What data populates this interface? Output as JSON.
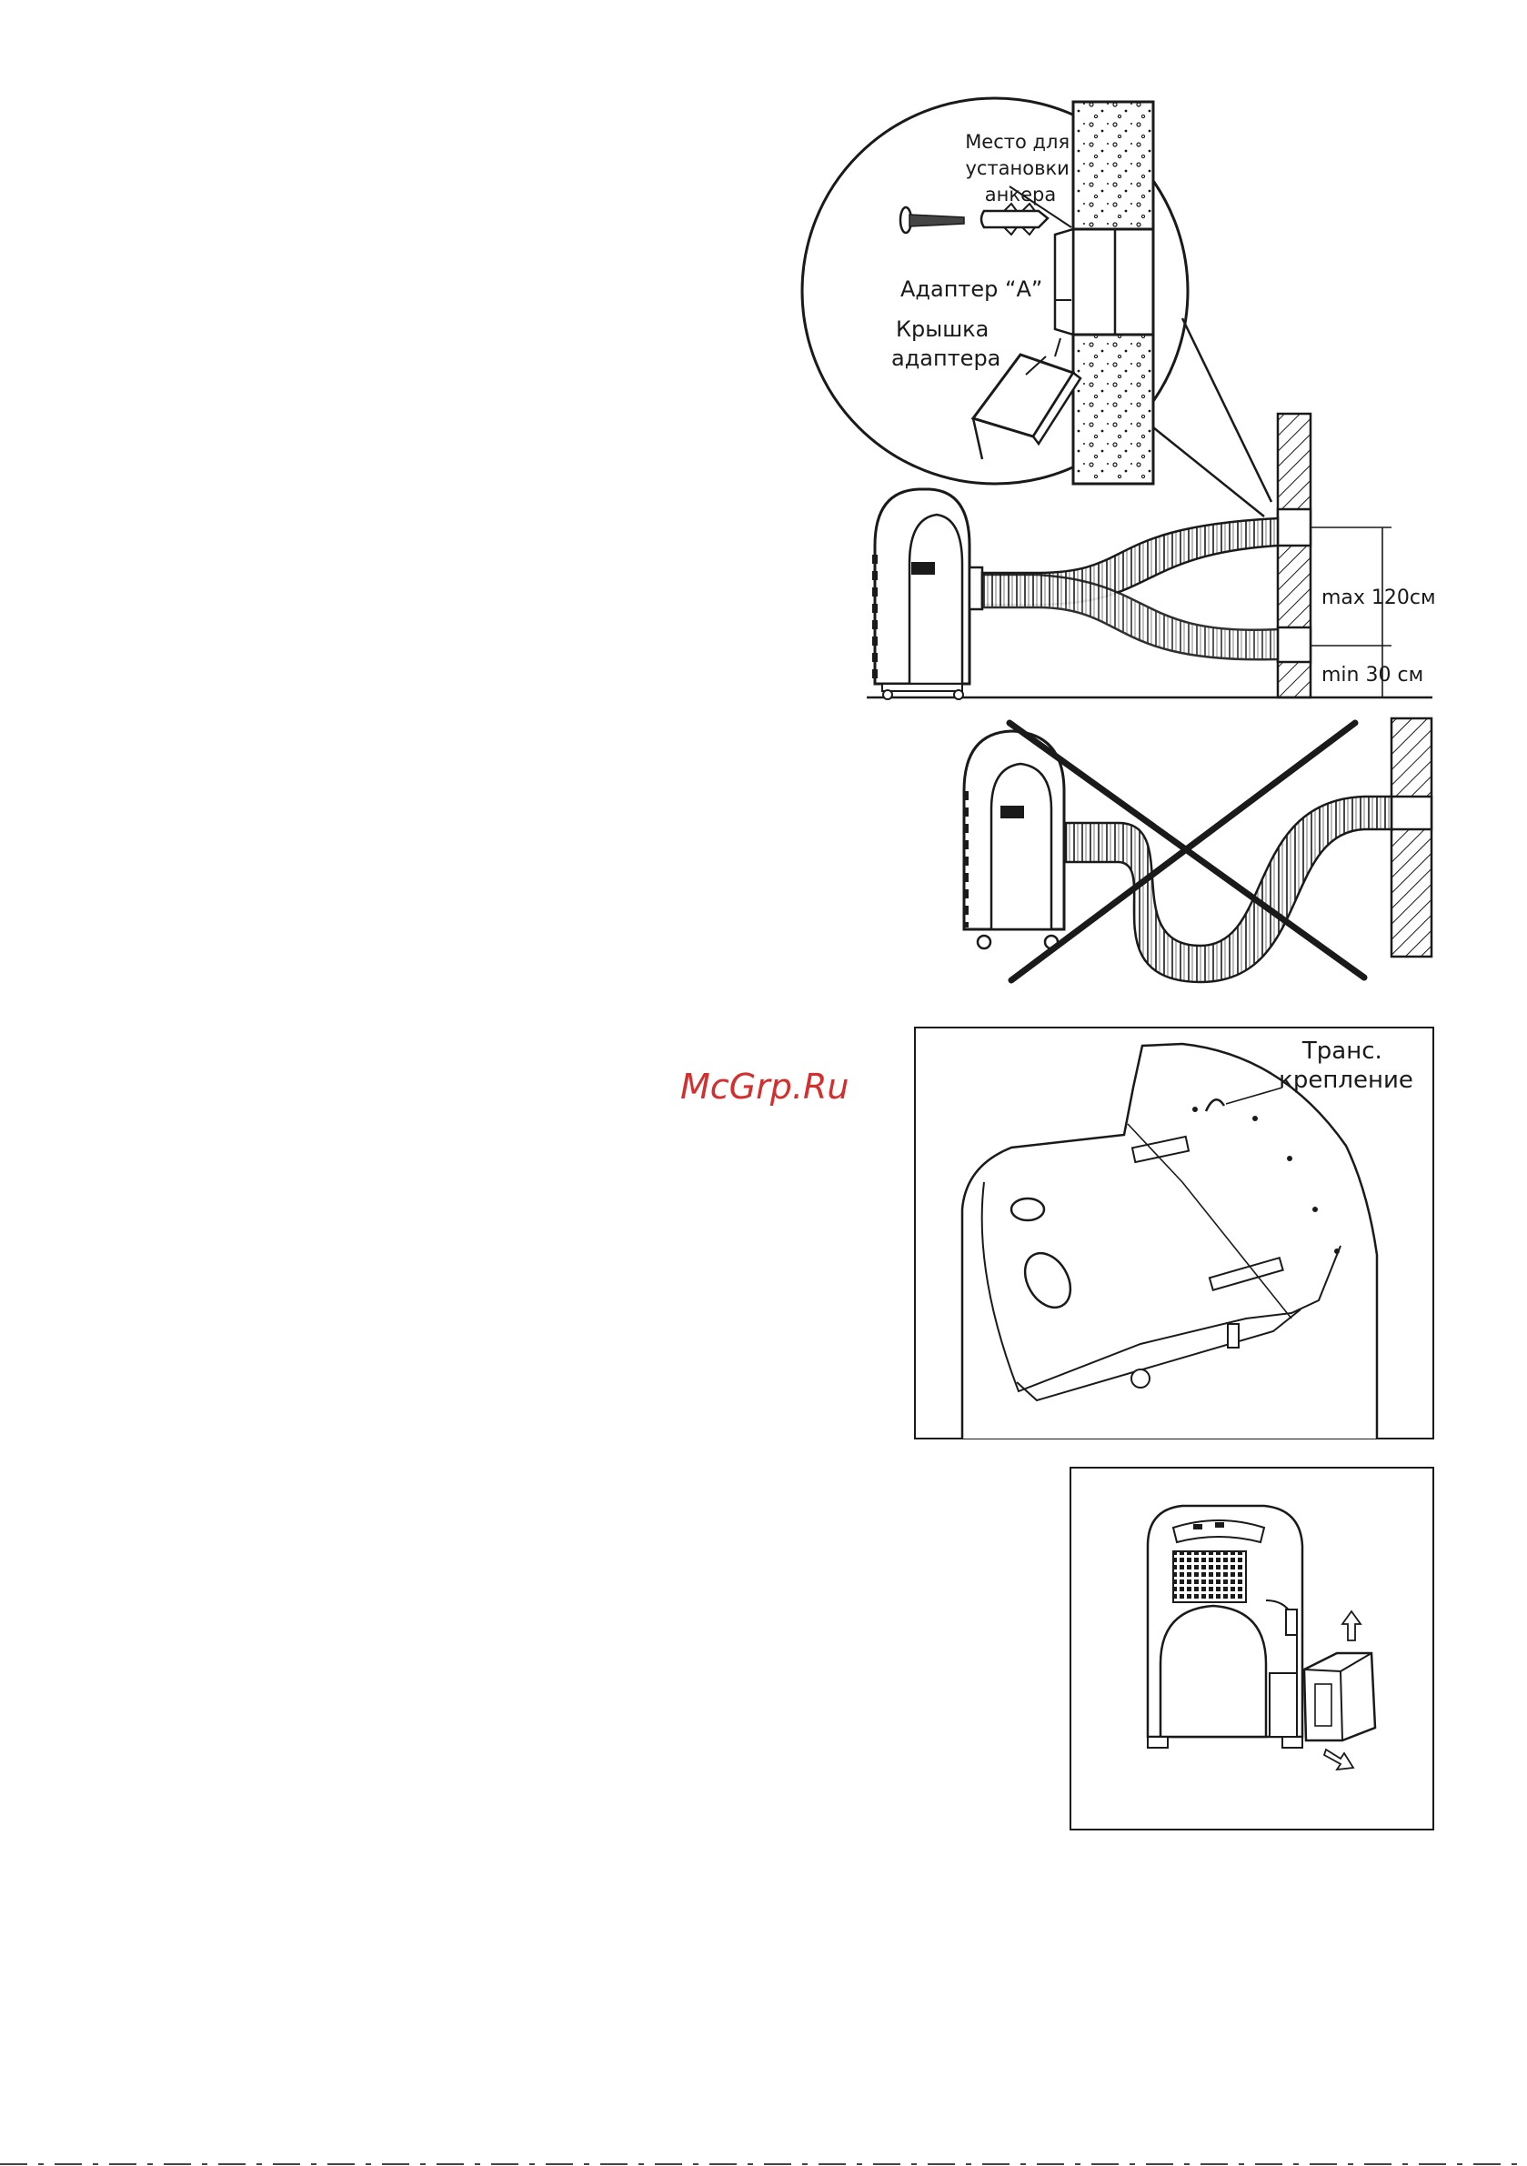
{
  "watermark": "McGrp.Ru",
  "colors": {
    "ink": "#1a1a1a",
    "watermark": "#d32f2f",
    "paper": "#ffffff"
  },
  "fig1": {
    "anchor_place": [
      "Место для",
      "установки",
      "анкера"
    ],
    "adapter": "Адаптер “А”",
    "adapter_cover": [
      "Крышка",
      "адаптера"
    ],
    "max_height": "max 120см",
    "min_height": "min  30 см"
  },
  "fig3": {
    "transport_mount": [
      "Транс.",
      "крепление"
    ]
  }
}
